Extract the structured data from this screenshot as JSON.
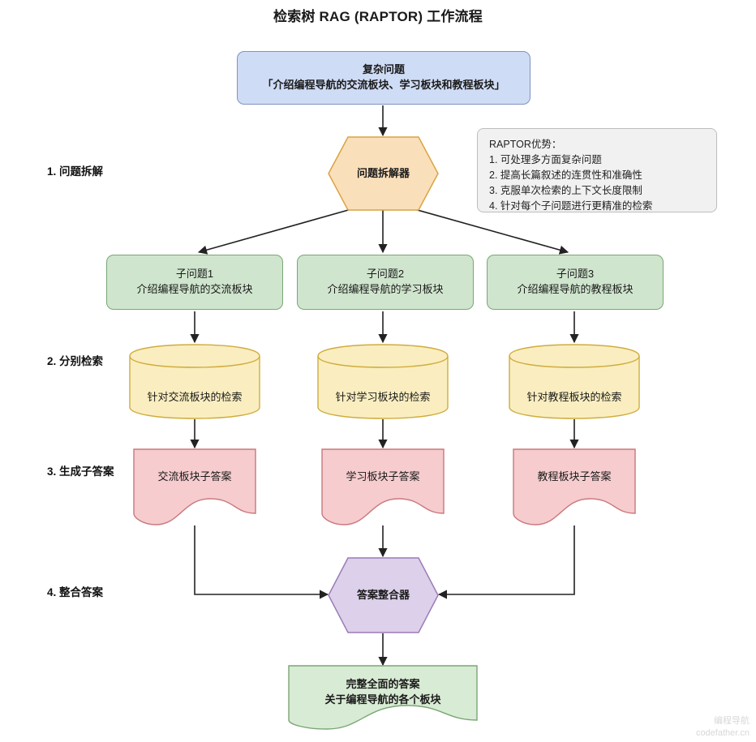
{
  "title": "检索树 RAG (RAPTOR) 工作流程",
  "stages": [
    {
      "label": "1. 问题拆解"
    },
    {
      "label": "2. 分别检索"
    },
    {
      "label": "3. 生成子答案"
    },
    {
      "label": "4. 整合答案"
    }
  ],
  "nodes": {
    "root_question": {
      "line1": "复杂问题",
      "line2": "「介绍编程导航的交流板块、学习板块和教程板块」"
    },
    "decomposer": {
      "label": "问题拆解器"
    },
    "sub_questions": [
      {
        "line1": "子问题1",
        "line2": "介绍编程导航的交流板块"
      },
      {
        "line1": "子问题2",
        "line2": "介绍编程导航的学习板块"
      },
      {
        "line1": "子问题3",
        "line2": "介绍编程导航的教程板块"
      }
    ],
    "retrievals": [
      {
        "label": "针对交流板块的检索"
      },
      {
        "label": "针对学习板块的检索"
      },
      {
        "label": "针对教程板块的检索"
      }
    ],
    "sub_answers": [
      {
        "label": "交流板块子答案"
      },
      {
        "label": "学习板块子答案"
      },
      {
        "label": "教程板块子答案"
      }
    ],
    "merger": {
      "label": "答案整合器"
    },
    "final_answer": {
      "line1": "完整全面的答案",
      "line2": "关于编程导航的各个板块"
    }
  },
  "note": {
    "title": "RAPTOR优势：",
    "items": [
      "1. 可处理多方面复杂问题",
      "2. 提高长篇叙述的连贯性和准确性",
      "3. 克服单次检索的上下文长度限制",
      "4. 针对每个子问题进行更精准的检索"
    ],
    "text": "RAPTOR优势：\n1. 可处理多方面复杂问题\n2. 提高长篇叙述的连贯性和准确性\n3. 克服单次检索的上下文长度限制\n4. 针对每个子问题进行更精准的检索"
  },
  "watermark": {
    "line1": "编程导航",
    "line2": "codefather.cn"
  },
  "colors": {
    "question_fill": "#cfdcf5",
    "question_stroke": "#7e93c4",
    "decomposer_fill": "#fadfbb",
    "decomposer_stroke": "#d9a441",
    "subq_fill": "#cfe5cd",
    "subq_stroke": "#7ba676",
    "retrieval_fill": "#faeec0",
    "retrieval_stroke": "#d0ac3e",
    "answer_fill": "#f6ccce",
    "answer_stroke": "#c9787c",
    "merger_fill": "#ddd0ea",
    "merger_stroke": "#9b7bb8",
    "final_fill": "#d8ebd4",
    "final_stroke": "#7ba676",
    "note_fill": "#f1f1f1",
    "note_stroke": "#bdbdbd",
    "edge": "#222222"
  }
}
